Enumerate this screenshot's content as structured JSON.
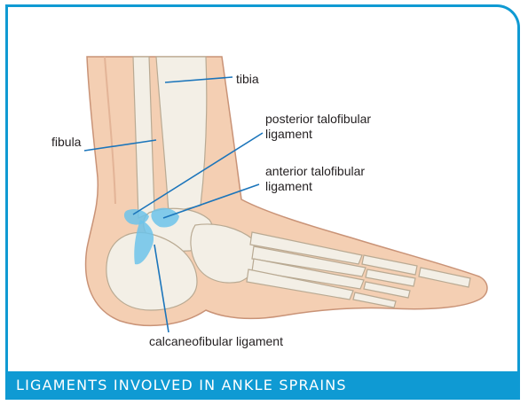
{
  "labels": {
    "tibia": "tibia",
    "fibula": "fibula",
    "posterior_line1": "posterior talofibular",
    "posterior_line2": "ligament",
    "anterior_line1": "anterior talofibular",
    "anterior_line2": "ligament",
    "calcaneofibular": "calcaneofibular ligament"
  },
  "caption": "LIGAMENTS INVOLVED IN ANKLE SPRAINS",
  "colors": {
    "accent": "#0f9ad3",
    "skin": "#f4cfb3",
    "skin_outline": "#c99377",
    "bone": "#f3efe6",
    "ligament": "#6cc3ea",
    "leader_line": "#1b75bb"
  }
}
